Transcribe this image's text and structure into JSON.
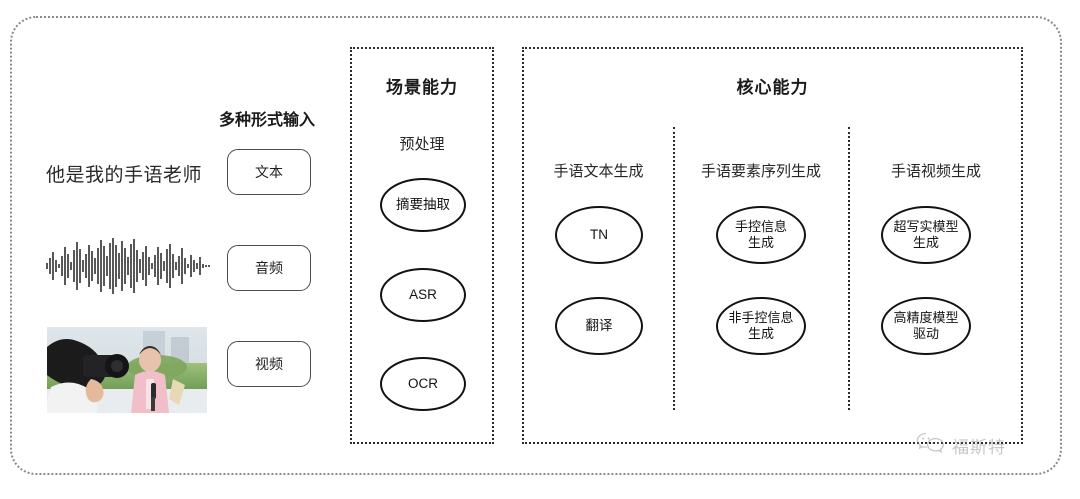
{
  "diagram": {
    "title_hidden": "",
    "input_section": {
      "header": "多种形式输入",
      "sample_sentence": "他是我的手语老师",
      "modalities": [
        {
          "label": "文本",
          "media": "text-sentence"
        },
        {
          "label": "音频",
          "media": "audio-waveform"
        },
        {
          "label": "视频",
          "media": "video-thumbnail"
        }
      ]
    },
    "scene_panel": {
      "title": "场景能力",
      "groups": [
        {
          "heading": "预处理",
          "nodes": [
            "摘要抽取",
            "ASR",
            "OCR"
          ]
        }
      ]
    },
    "core_panel": {
      "title": "核心能力",
      "columns": [
        {
          "heading": "手语文本生成",
          "nodes": [
            "TN",
            "翻译"
          ]
        },
        {
          "heading": "手语要素序列生成",
          "nodes": [
            "手控信息\n生成",
            "非手控信息\n生成"
          ]
        },
        {
          "heading": "手语视频生成",
          "nodes": [
            "超写实模型\n生成",
            "高精度模型\n驱动"
          ]
        }
      ]
    },
    "watermark": {
      "icon": "wechat-bubble-icon",
      "text": "福斯特"
    },
    "colors": {
      "outer_border": "#8a8a8a",
      "panel_border": "#2b2b2b",
      "node_border": "#121212",
      "text": "#1a1a1a",
      "watermark_text": "#9b9b9b"
    }
  }
}
